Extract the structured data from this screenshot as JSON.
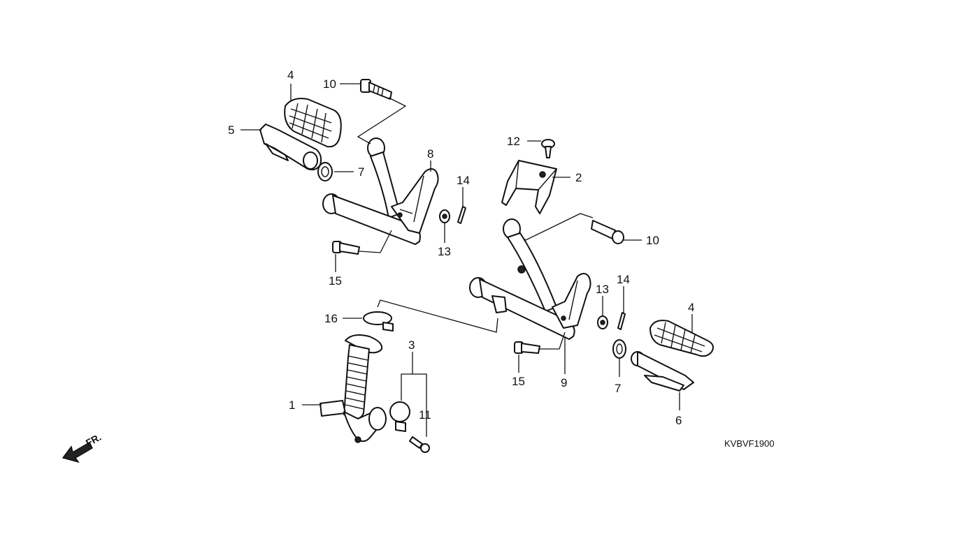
{
  "diagram": {
    "code": "KVBVF1900",
    "direction_label": "FR.",
    "callouts": {
      "c1": "1",
      "c2": "2",
      "c3": "3",
      "c4a": "4",
      "c4b": "4",
      "c5": "5",
      "c6": "6",
      "c7a": "7",
      "c7b": "7",
      "c8": "8",
      "c9": "9",
      "c10a": "10",
      "c10b": "10",
      "c11": "11",
      "c12": "12",
      "c13a": "13",
      "c13b": "13",
      "c14a": "14",
      "c14b": "14",
      "c15a": "15",
      "c15b": "15",
      "c16": "16"
    }
  }
}
